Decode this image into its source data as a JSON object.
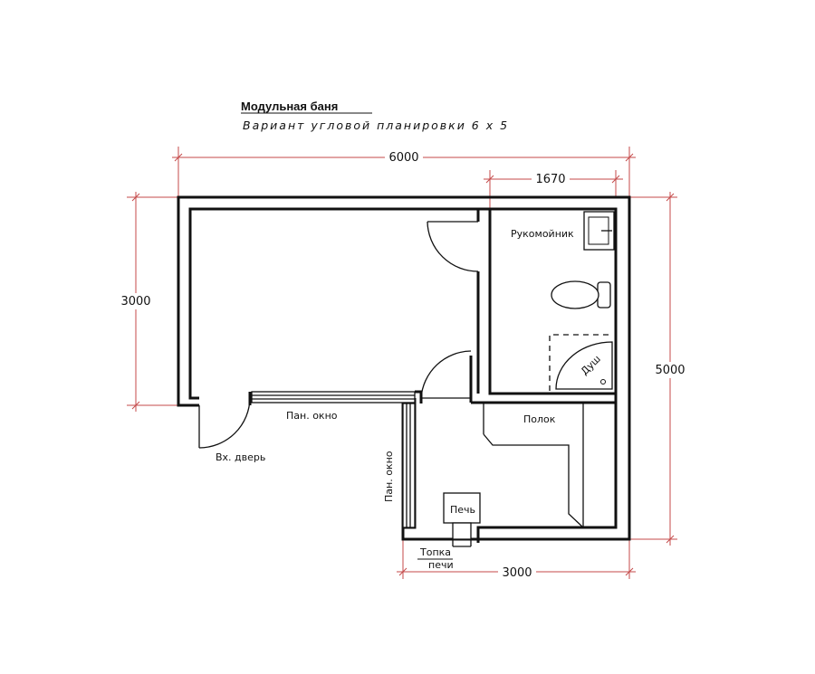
{
  "title": "Модульная баня",
  "subtitle": "Вариант угловой планировки 6 х 5",
  "dimensions": {
    "total_width": "6000",
    "bathroom_width": "1670",
    "left_height": "3000",
    "right_height": "5000",
    "bottom_width": "3000"
  },
  "labels": {
    "washbasin": "Рукомойник",
    "shower": "Душ",
    "bench": "Полок",
    "panoramic_window_1": "Пан. окно",
    "panoramic_window_2": "Пан. окно",
    "entrance_door": "Вх. дверь",
    "stove": "Печь",
    "firebox": "Топка",
    "firebox_sub": "печи"
  },
  "colors": {
    "walls": "#111111",
    "dimension_lines": "#c44a4a"
  }
}
